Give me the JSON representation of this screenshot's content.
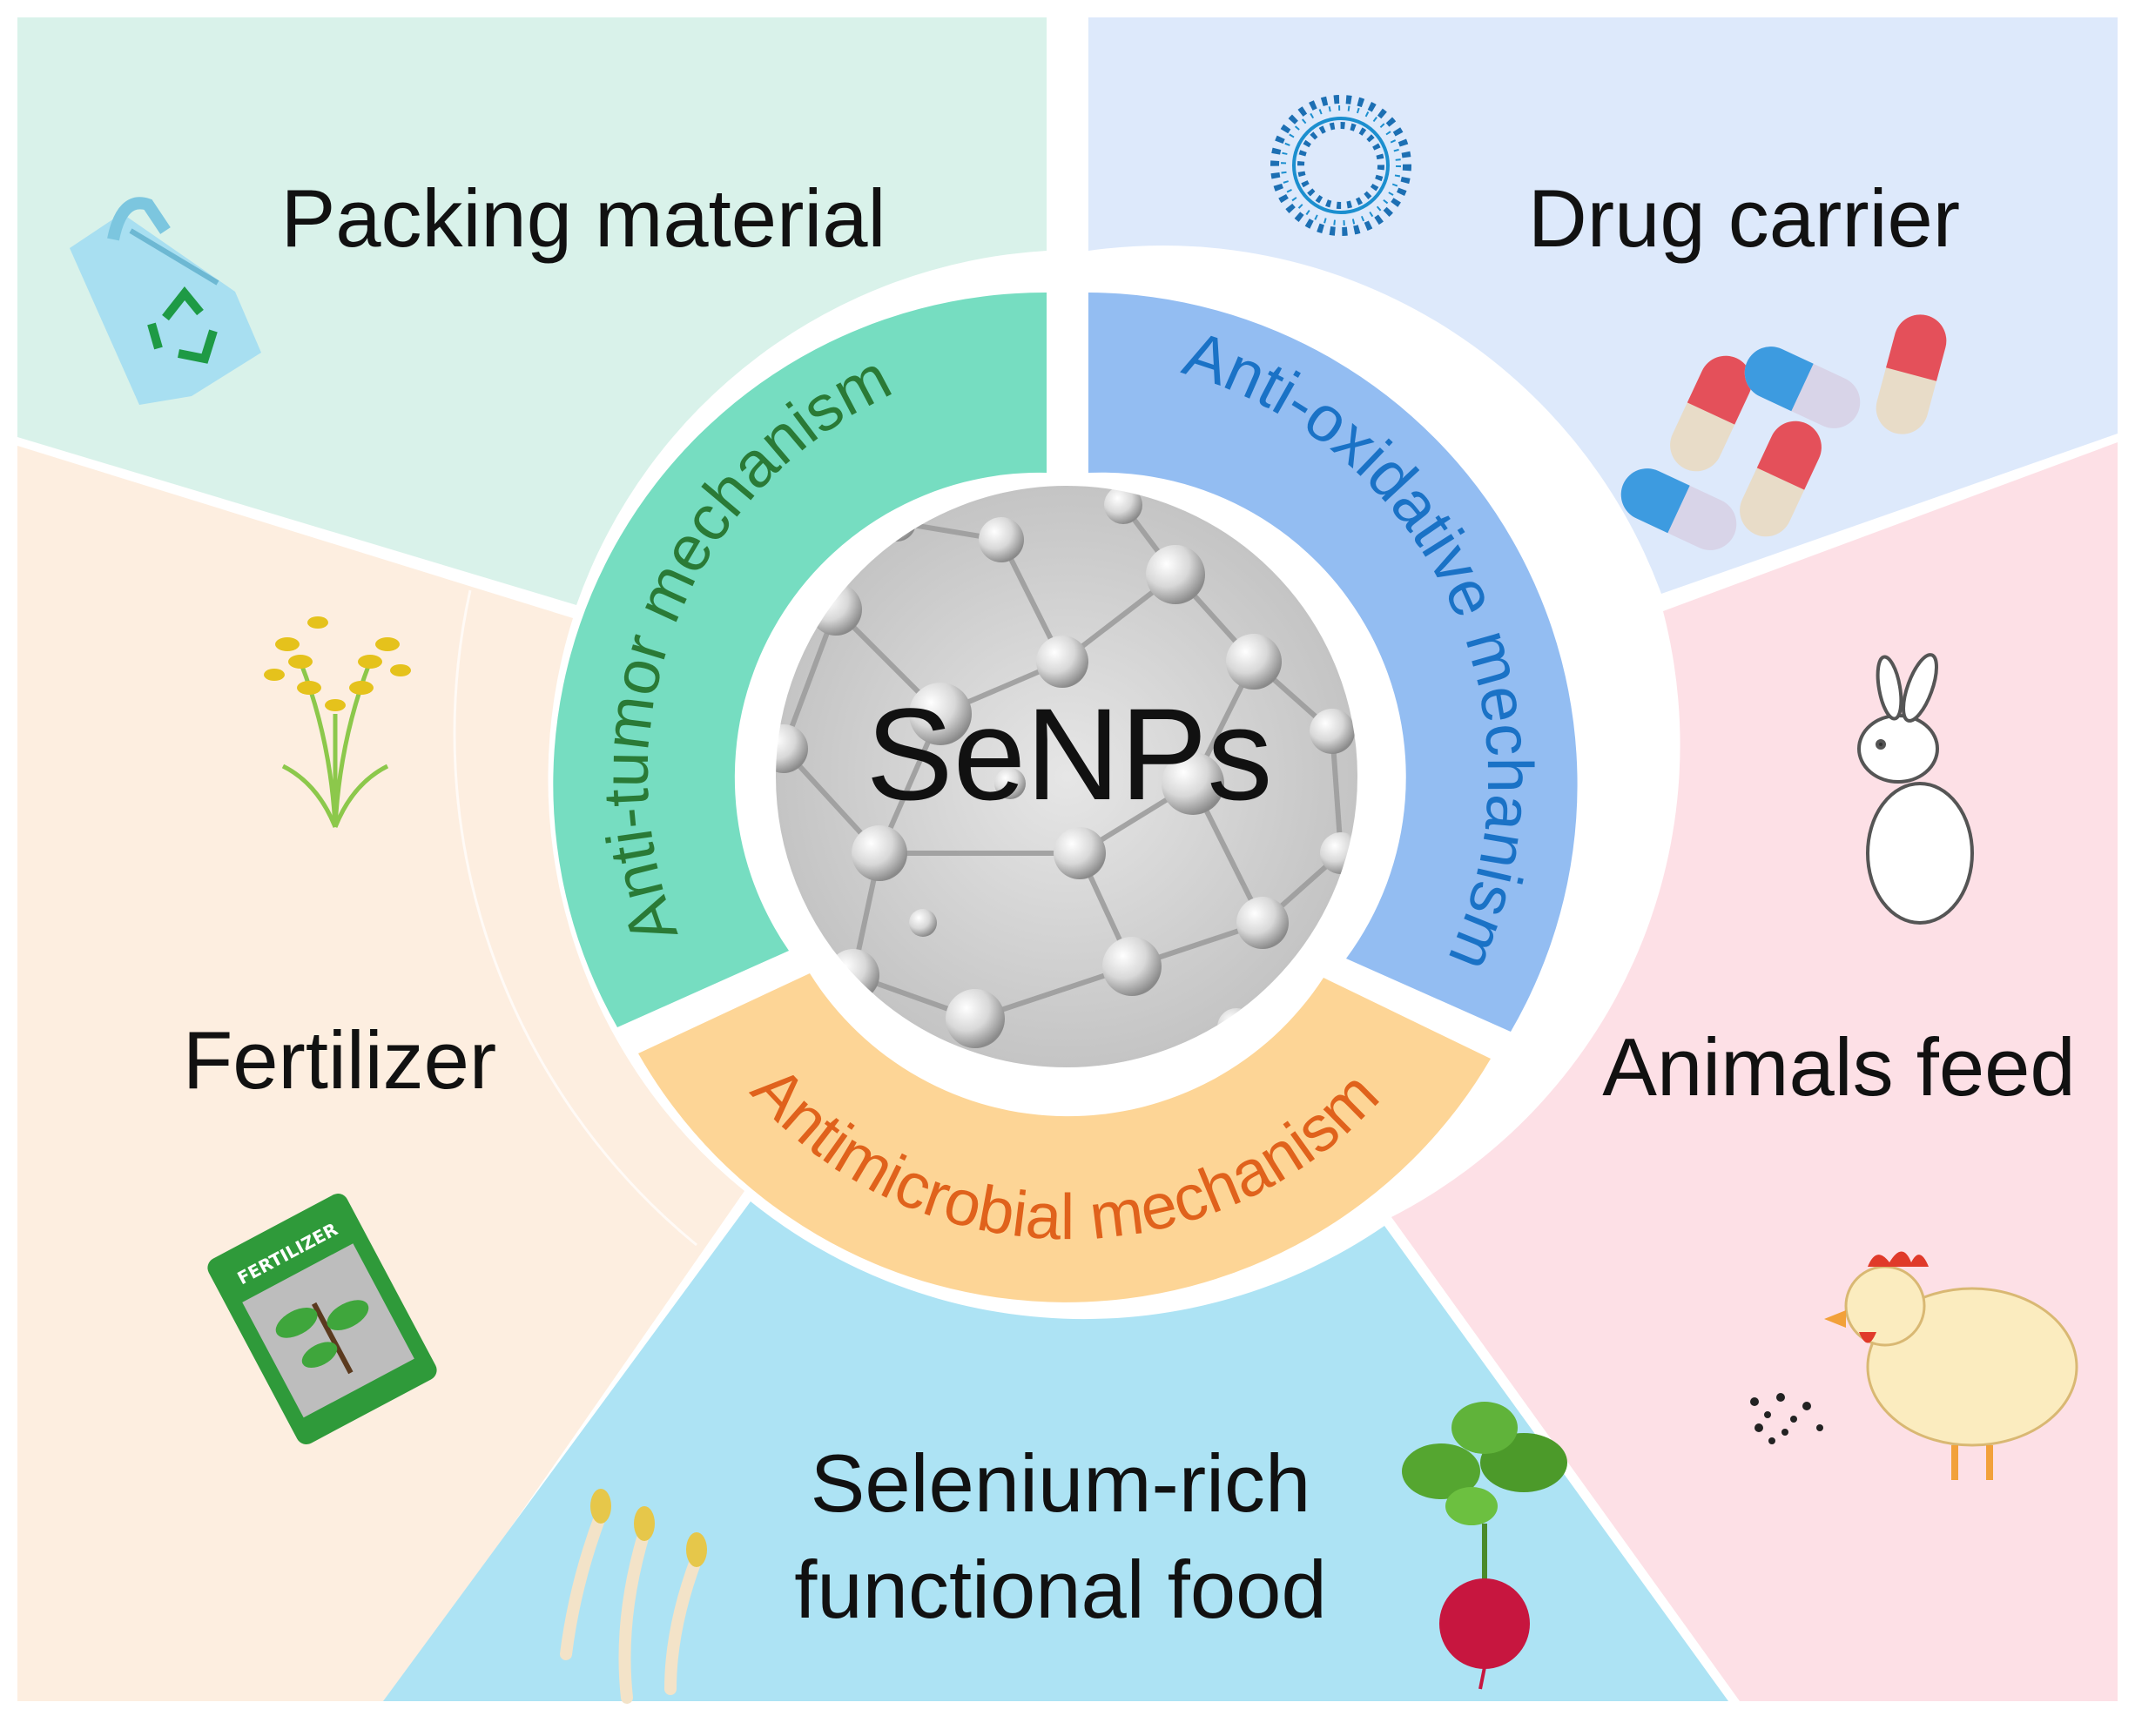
{
  "center": {
    "label": "SeNPs"
  },
  "ring": {
    "anti_tumor": "Anti-tumor mechanism",
    "anti_oxidative": "Anti-oxidative mechanism",
    "antimicrobial": "Antimicrobial mechanism"
  },
  "sectors": {
    "packing": "Packing material",
    "drug": "Drug carrier",
    "fertilizer": "Fertilizer",
    "animals": "Animals feed",
    "food_line1": "Selenium-rich",
    "food_line2": "functional food"
  },
  "icons": {
    "fertilizer_bag_text": "FERTILIZER",
    "names": [
      "recycle-bag-icon",
      "liposome-icon",
      "capsule-icon",
      "rice-plant-icon",
      "fertilizer-bag-icon",
      "rabbit-icon",
      "chicken-icon",
      "sprout-icon",
      "radish-icon"
    ]
  },
  "colors": {
    "packing_bg": "#d9f2ea",
    "drug_bg": "#dde9fb",
    "fertilizer_bg": "#fdeee0",
    "animals_bg": "#fde0e6",
    "food_bg": "#ade3f4",
    "anti_tumor_band": "#76ddc1",
    "anti_oxidative_band": "#93bdf2",
    "antimicrobial_band": "#fdd596",
    "anti_tumor_text": "#2a7a36",
    "anti_oxidative_text": "#1a72c6",
    "antimicrobial_text": "#e0621c"
  }
}
